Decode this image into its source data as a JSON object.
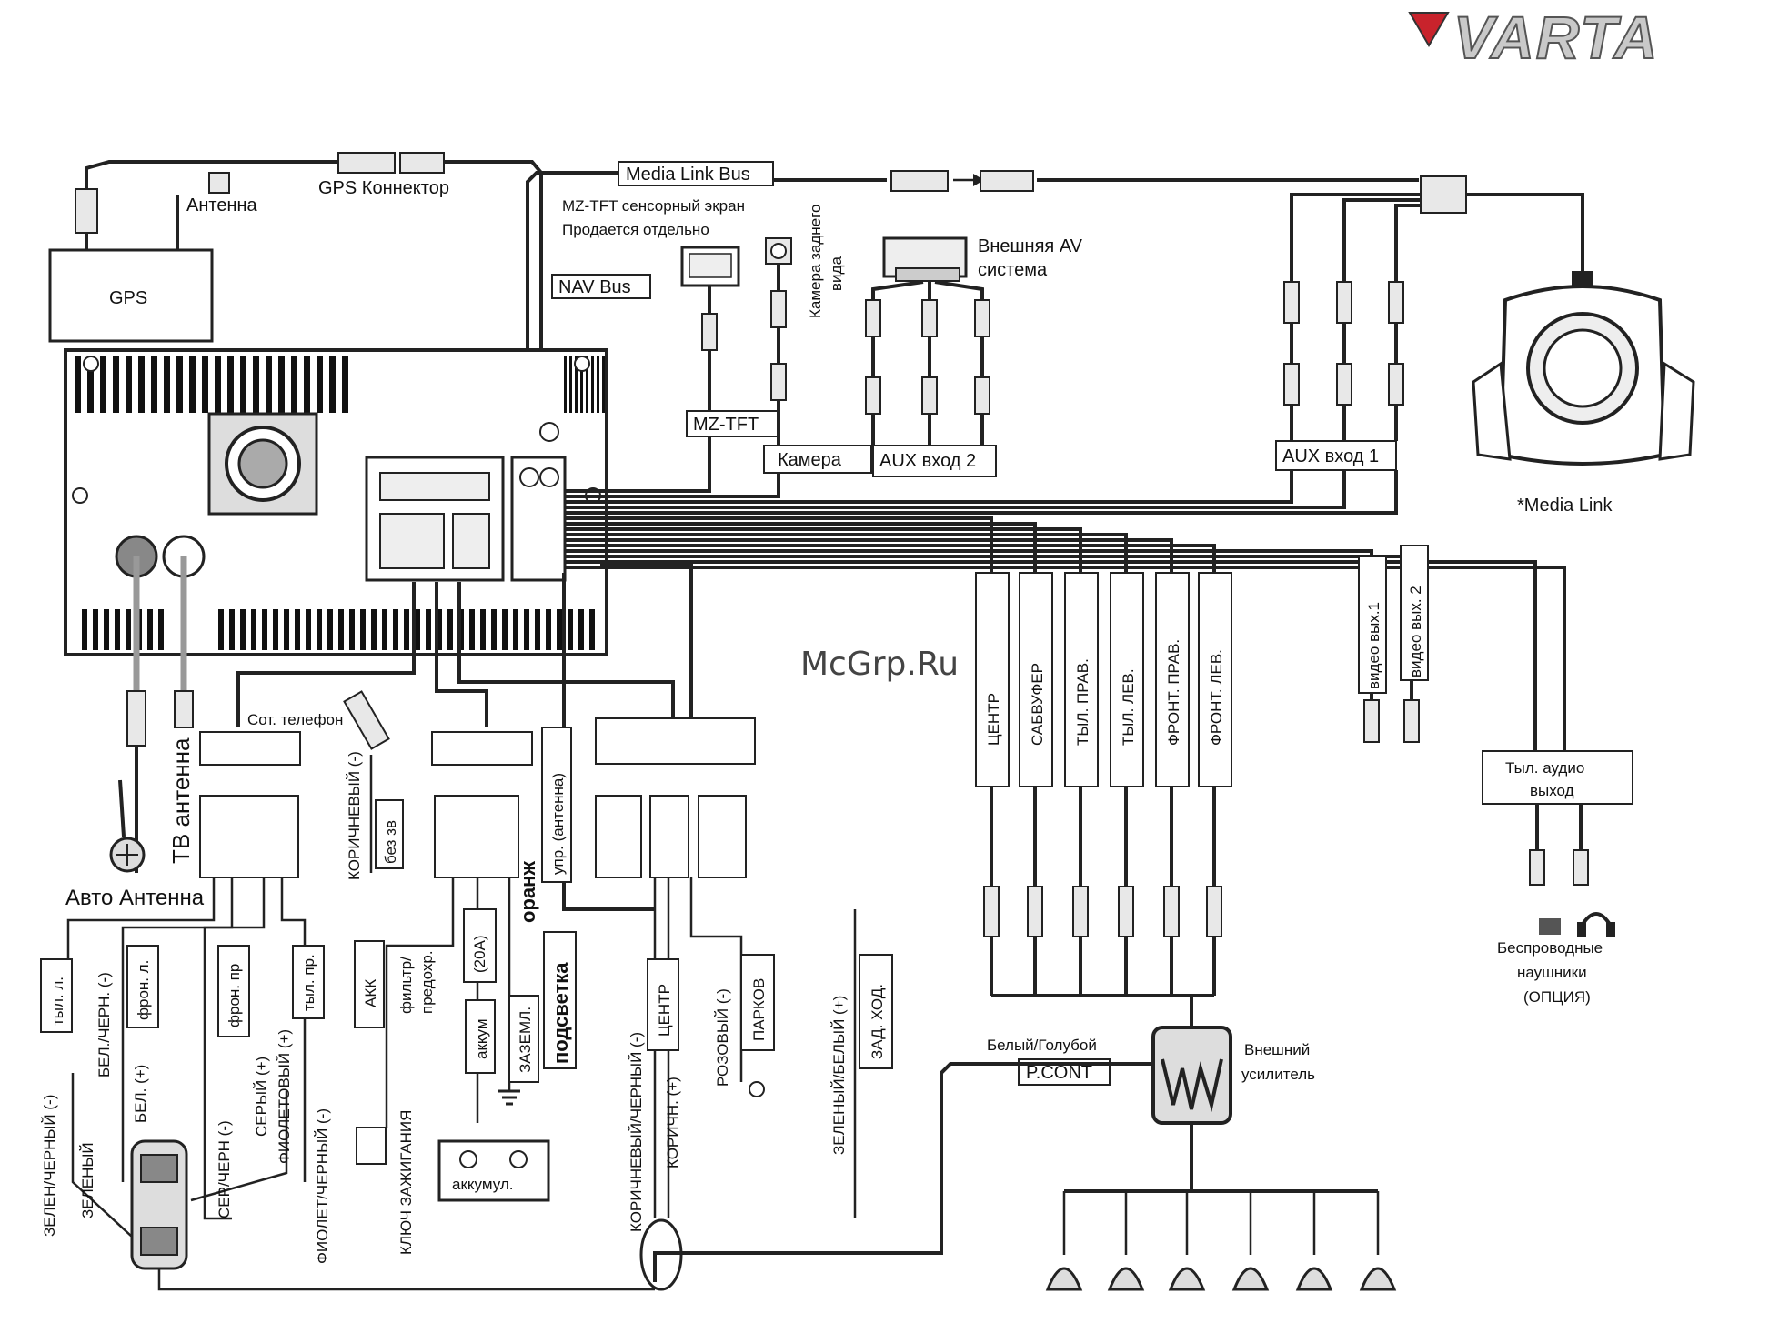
{
  "brand": {
    "logo_text": "VARTA",
    "watermark": "McGrp.Ru"
  },
  "top": {
    "gps_connector": "GPS  Коннектор",
    "antenna": "Антенна",
    "media_link_bus": "Media Link Bus",
    "gps": "GPS",
    "mz_tft_screen_1": "MZ-TFT сенсорный экран",
    "mz_tft_screen_2": "Продается отдельно",
    "nav_bus": "NAV Bus",
    "rear_camera_1": "Камера заднего",
    "rear_camera_2": "вида",
    "ext_av_1": "Внешняя AV",
    "ext_av_2": "система"
  },
  "inputs": {
    "mz_tft": "MZ-TFT",
    "camera": "Камера",
    "aux2": "AUX вход 2",
    "aux1": "AUX вход 1",
    "media_link": "*Media Link"
  },
  "outputs": {
    "rca": [
      "ЦЕНТР",
      "САБВУФЕР",
      "ТЫЛ. ПРАВ.",
      "ТЫЛ. ЛЕВ.",
      "ФРОНТ. ПРАВ.",
      "ФРОНТ. ЛЕВ."
    ],
    "video1": "видео вых.1",
    "video2": "видео вых. 2",
    "rear_audio_1": "Тыл. аудио",
    "rear_audio_2": "выход",
    "headphones_1": "Беспроводные",
    "headphones_2": "наушники",
    "headphones_3": "(ОПЦИЯ)"
  },
  "amp": {
    "wire": "Белый/Голубой",
    "pcont": "P.CONT",
    "label_1": "Внешний",
    "label_2": "усилитель"
  },
  "antenna_left": {
    "tv": "ТВ антенна",
    "auto": "Авто Антенна"
  },
  "phone": {
    "label": "Сот. телефон",
    "brown": "КОРИЧНЕВЫЙ (-)",
    "mute": "без зв"
  },
  "power": {
    "ctrl_antenna": "упр. (антенна)",
    "orange": "оранж",
    "filter": "фильтр/",
    "fuse": "предохр.",
    "amp20": "(20А)",
    "acc": "АКК",
    "battery_wire": "аккум",
    "ground": "ЗАЗЕМЛ.",
    "backlight": "подсветка",
    "ignition": "КЛЮЧ ЗАЖИГАНИЯ",
    "battery": "аккумул."
  },
  "speakers": {
    "rear_l": "тыл. л.",
    "green_black": "ЗЕЛЕН/ЧЕРНЫЙ (-)",
    "green": "ЗЕЛЕНЫЙ",
    "white_black": "БЕЛ./ЧЕРН. (-)",
    "white": "БЕЛ. (+)",
    "front_l": "фрон. л.",
    "front_r": "фрон. пр",
    "gray_black": "СЕР/ЧЕРН (-)",
    "gray": "СЕРЫЙ (+)",
    "violet": "ФИОЛЕТОВЫЙ (+)",
    "violet_black": "ФИОЛЕТ/ЧЕРНЫЙ (-)",
    "rear_r": "тыл. пр."
  },
  "misc_wires": {
    "brown_black": "КОРИЧНЕВЫЙ/ЧЕРНЫЙ (-)",
    "center": "ЦЕНТР",
    "brown_plus": "КОРИЧН. (+)",
    "pink": "РОЗОВЫЙ (-)",
    "parking": "ПАРКОВ",
    "green_white": "ЗЕЛЕНЫЙ/БЕЛЫЙ (+)",
    "reverse": "ЗАД. ХОД."
  }
}
